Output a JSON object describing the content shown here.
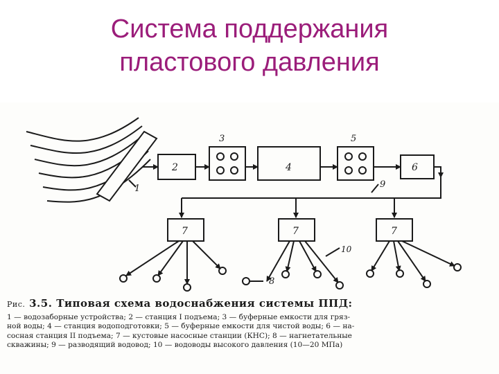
{
  "slide": {
    "title_line1": "Система поддержания",
    "title_line2": "пластового давления"
  },
  "diagram": {
    "labels": {
      "l1": "1",
      "l2": "2",
      "l3": "3",
      "l4": "4",
      "l5": "5",
      "l6": "6",
      "l7": "7",
      "l8": "8",
      "l9": "9",
      "l10": "10"
    }
  },
  "caption": {
    "prefix": "Рис.",
    "number": "3.5.",
    "title": "Типовая схема водоснабжения системы ППД:",
    "lines": [
      "1 — водозаборные устройства; 2 — станция I подъема; 3 — буферные емкости для гряз-",
      "ной воды; 4 — станция водоподготовки; 5 — буферные емкости для чистой воды; 6 — на-",
      "сосная станция II подъема; 7 — кустовые насосные станции (КНС); 8 — нагнетательные",
      "скважины; 9 — разводящий водовод; 10 — водоводы высокого давления (10—20 МПа)"
    ]
  }
}
